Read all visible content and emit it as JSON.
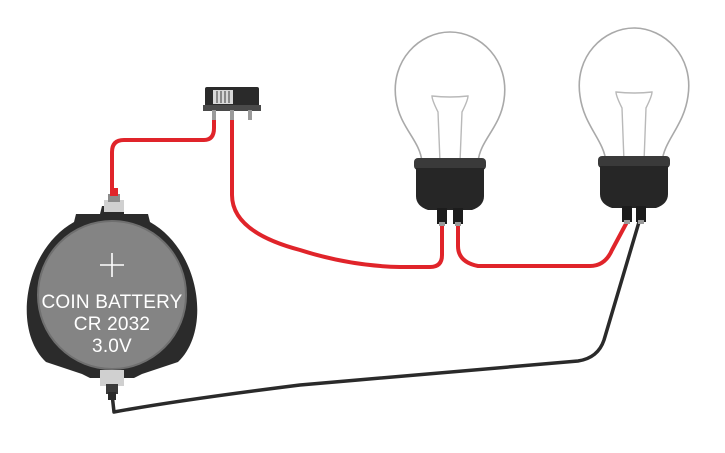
{
  "battery": {
    "line1": "COIN BATTERY",
    "line2": "CR 2032",
    "line3": "3.0V",
    "polarity": "+"
  },
  "colors": {
    "positive_wire": "#e0242a",
    "negative_wire": "#2a2a2a",
    "battery_body": "#848484",
    "battery_holder": "#2b2b2b",
    "bulb_socket": "#262626",
    "bulb_glass_outline": "#a9a9a9"
  },
  "components": [
    {
      "id": "coin-battery",
      "type": "battery"
    },
    {
      "id": "slide-switch",
      "type": "switch"
    },
    {
      "id": "bulb-1",
      "type": "light-bulb"
    },
    {
      "id": "bulb-2",
      "type": "light-bulb"
    }
  ]
}
